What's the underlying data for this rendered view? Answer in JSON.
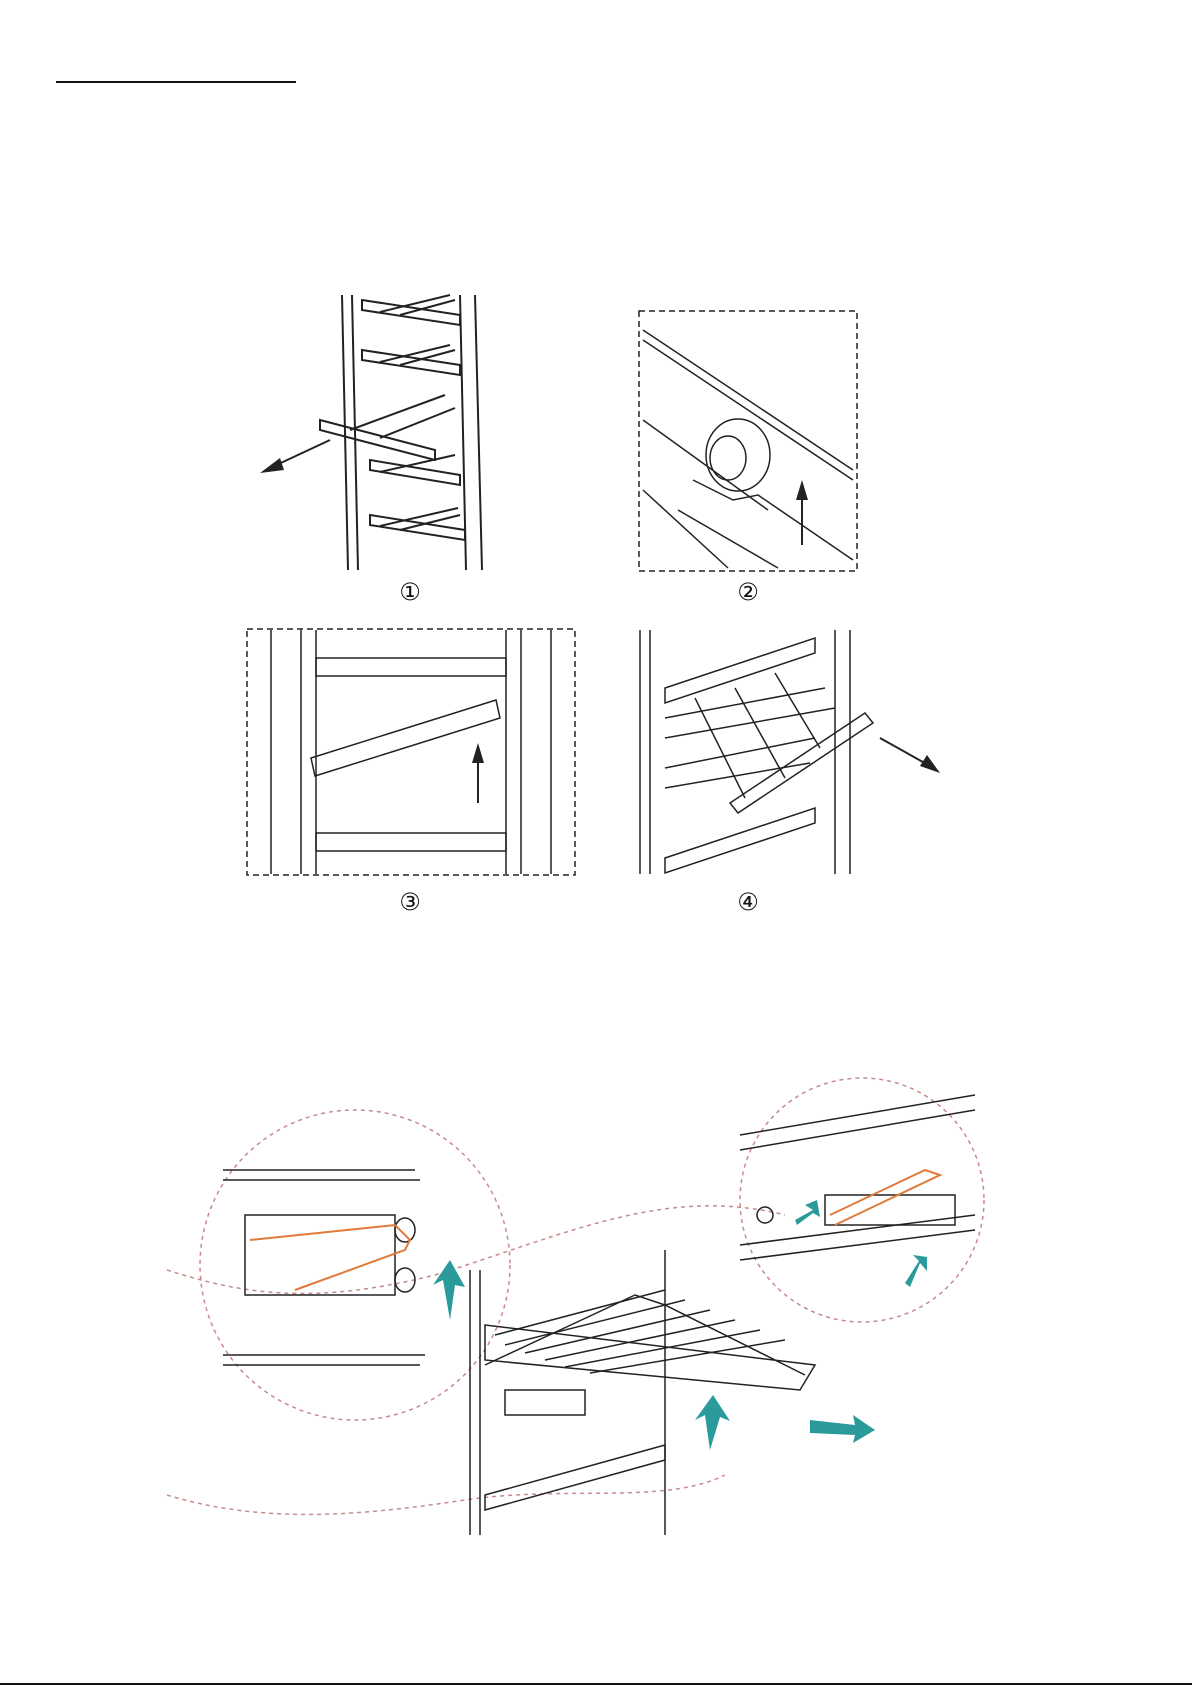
{
  "page": {
    "heading": ""
  },
  "panels": [
    {
      "label": "①"
    },
    {
      "label": "②"
    },
    {
      "label": "③"
    },
    {
      "label": "④"
    }
  ],
  "colors": {
    "line": "#222222",
    "teal_arrow": "#2a9a9a",
    "orange_spring": "#e07a3a",
    "dashed_circle": "#c88a8a"
  },
  "icons": {
    "pull_arrow": "arrow-icon",
    "rotate_arrow": "curved-arrow-icon"
  }
}
